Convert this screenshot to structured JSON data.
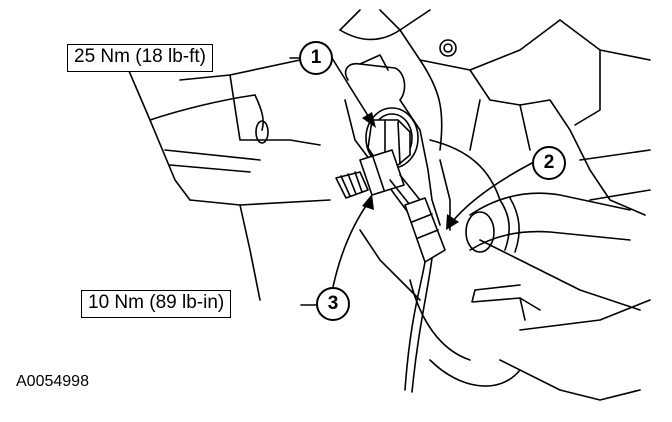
{
  "callouts": [
    {
      "number": "1",
      "torque": "25 Nm (18 lb-ft)"
    },
    {
      "number": "2"
    },
    {
      "number": "3",
      "torque": "10 Nm (89 lb-in)"
    }
  ],
  "figure_id": "A0054998",
  "colors": {
    "line": "#000000",
    "background": "#ffffff"
  }
}
